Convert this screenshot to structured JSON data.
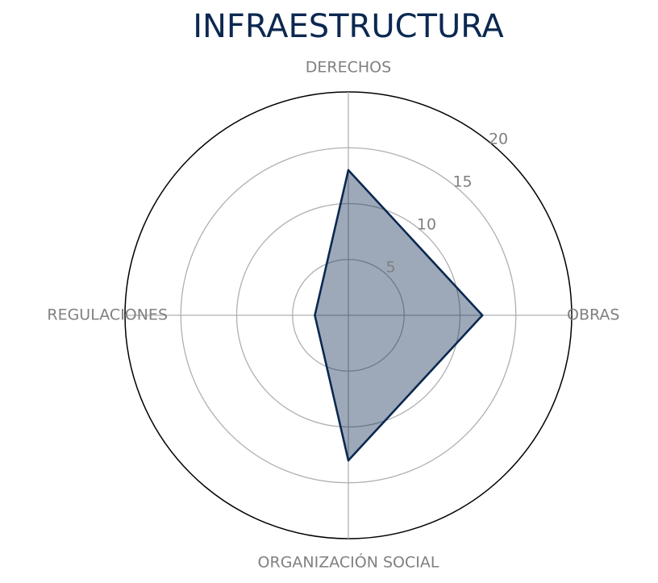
{
  "chart_data": {
    "type": "radar",
    "title": "INFRAESTRUCTURA",
    "categories": [
      "DERECHOS",
      "OBRAS",
      "ORGANIZACIÓN SOCIAL",
      "REGULACIONES"
    ],
    "series": [
      {
        "values": [
          13,
          12,
          13,
          3
        ]
      }
    ],
    "rlim": [
      0,
      20
    ],
    "rticks": [
      5,
      10,
      15,
      20
    ],
    "grid": true,
    "colors": {
      "title": "#0b2850",
      "line": "#0b2850",
      "fill": "#0b2850",
      "grid": "#b0b0b0",
      "frame": "#000000",
      "labels": "#808080"
    }
  }
}
